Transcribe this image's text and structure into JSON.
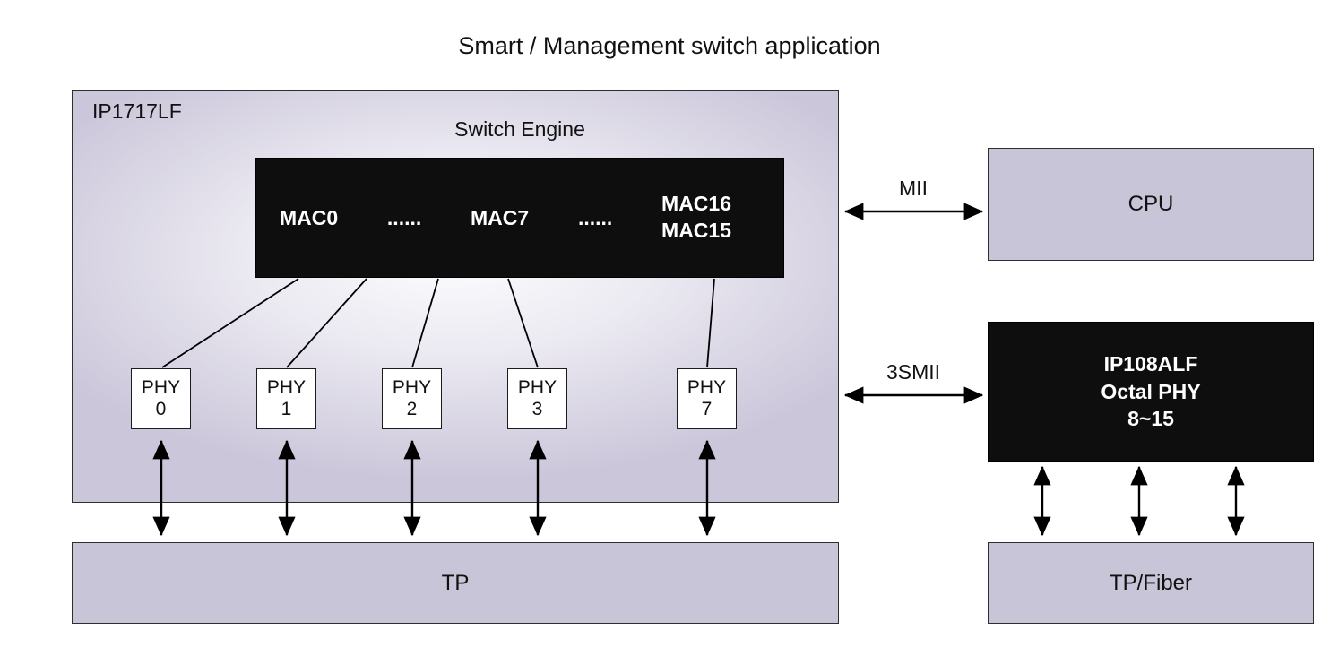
{
  "title": "Smart / Management switch application",
  "colors": {
    "lavender_block": "#c9c5d8",
    "black_block": "#0e0e0e",
    "line": "#000000",
    "background": "#ffffff"
  },
  "chip": {
    "name": "IP1717LF",
    "engine_title": "Switch Engine",
    "mac_row": {
      "mac0": "MAC0",
      "dots1": "......",
      "mac7": "MAC7",
      "dots2": "......",
      "mac16": "MAC16",
      "mac15": "MAC15"
    },
    "phys": [
      {
        "label": "PHY",
        "num": "0"
      },
      {
        "label": "PHY",
        "num": "1"
      },
      {
        "label": "PHY",
        "num": "2"
      },
      {
        "label": "PHY",
        "num": "3"
      },
      {
        "label": "PHY",
        "num": "7"
      }
    ]
  },
  "buses": {
    "mii": "MII",
    "smii": "3SMII"
  },
  "cpu": {
    "label": "CPU"
  },
  "octal_phy": {
    "name": "IP108ALF",
    "type": "Octal PHY",
    "range": "8~15"
  },
  "tp": {
    "label": "TP"
  },
  "tp_fiber": {
    "label": "TP/Fiber"
  }
}
